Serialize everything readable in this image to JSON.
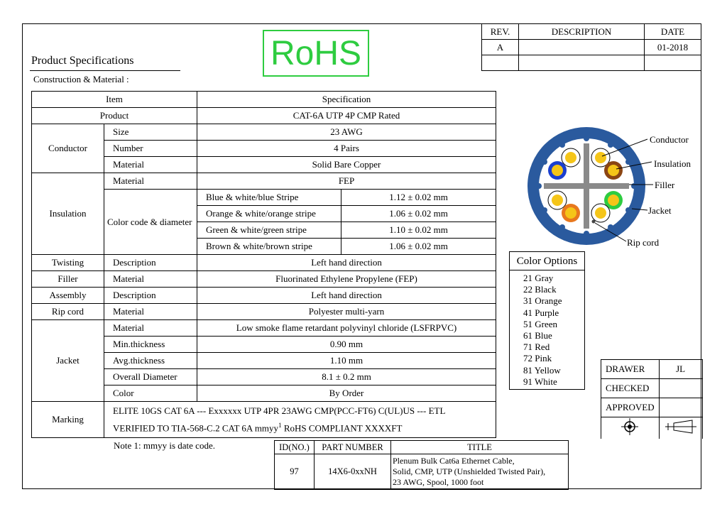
{
  "header": {
    "title": "Product Specifications",
    "subtitle": "Construction & Material :",
    "rohs": "RoHS"
  },
  "revision": {
    "headers": [
      "REV.",
      "DESCRIPTION",
      "DATE"
    ],
    "rows": [
      [
        "A",
        "",
        "01-2018"
      ],
      [
        "",
        "",
        ""
      ]
    ]
  },
  "spec": {
    "head": {
      "item": "Item",
      "spec": "Specification"
    },
    "product": {
      "label": "Product",
      "value": "CAT-6A UTP 4P CMP Rated"
    },
    "conductor": {
      "label": "Conductor",
      "rows": [
        {
          "attr": "Size",
          "value": "23 AWG"
        },
        {
          "attr": "Number",
          "value": "4 Pairs"
        },
        {
          "attr": "Material",
          "value": "Solid Bare Copper"
        }
      ]
    },
    "insulation": {
      "label": "Insulation",
      "material_attr": "Material",
      "material_value": "FEP",
      "color_attr": "Color code & diameter",
      "colors": [
        {
          "name": "Blue & white/blue Stripe",
          "dia": "1.12 ± 0.02 mm"
        },
        {
          "name": "Orange & white/orange stripe",
          "dia": "1.06 ± 0.02 mm"
        },
        {
          "name": "Green & white/green stripe",
          "dia": "1.10 ± 0.02 mm"
        },
        {
          "name": "Brown & white/brown stripe",
          "dia": "1.06 ± 0.02 mm"
        }
      ]
    },
    "twisting": {
      "label": "Twisting",
      "attr": "Description",
      "value": "Left hand direction"
    },
    "filler": {
      "label": "Filler",
      "attr": "Material",
      "value": "Fluorinated Ethylene Propylene (FEP)"
    },
    "assembly": {
      "label": "Assembly",
      "attr": "Description",
      "value": "Left hand direction"
    },
    "ripcord": {
      "label": "Rip cord",
      "attr": "Material",
      "value": "Polyester multi-yarn"
    },
    "jacket": {
      "label": "Jacket",
      "rows": [
        {
          "attr": "Material",
          "value": "Low smoke flame retardant polyvinyl chloride (LSFRPVC)"
        },
        {
          "attr": "Min.thickness",
          "value": "0.90 mm"
        },
        {
          "attr": "Avg.thickness",
          "value": "1.10 mm"
        },
        {
          "attr": "Overall Diameter",
          "value": "8.1 ± 0.2 mm"
        },
        {
          "attr": "Color",
          "value": "By Order"
        }
      ]
    },
    "marking": {
      "label": "Marking",
      "line1": "ELITE 10GS CAT 6A --- Exxxxxx UTP 4PR 23AWG CMP(PCC-FT6) C(UL)US --- ETL",
      "line2_pre": "VERIFIED TO TIA-568-C.2 CAT 6A mmyy",
      "line2_sup": "1",
      "line2_post": " RoHS COMPLIANT XXXXFT"
    }
  },
  "note": "Note 1: mmyy is date code.",
  "diagram": {
    "labels": {
      "conductor": "Conductor",
      "insulation": "Insulation",
      "filler": "Filler",
      "jacket": "Jacket",
      "ripcord": "Rip cord"
    },
    "colors": {
      "jacket": "#2a5a9e",
      "filler": "#8a8a8a",
      "conductor": "#f5c518",
      "blue": "#1a3fd0",
      "orange": "#e8781e",
      "green": "#2ecc40",
      "brown": "#8b4513"
    }
  },
  "color_options": {
    "title": "Color Options",
    "items": [
      "21 Gray",
      "22 Black",
      "31 Orange",
      "41 Purple",
      "51 Green",
      "61 Blue",
      "71 Red",
      "72 Pink",
      "81 Yellow",
      "91 White"
    ]
  },
  "signoff": {
    "drawer_label": "DRAWER",
    "drawer_value": "JL",
    "checked_label": "CHECKED",
    "checked_value": "",
    "approved_label": "APPROVED",
    "approved_value": ""
  },
  "title_block": {
    "headers": [
      "ID(NO.)",
      "PART NUMBER",
      "TITLE"
    ],
    "id": "97",
    "part": "14X6-0xxNH",
    "title_lines": [
      "Plenum Bulk Cat6a Ethernet Cable,",
      "Solid, CMP, UTP (Unshielded Twisted Pair),",
      "23 AWG, Spool, 1000 foot"
    ]
  }
}
